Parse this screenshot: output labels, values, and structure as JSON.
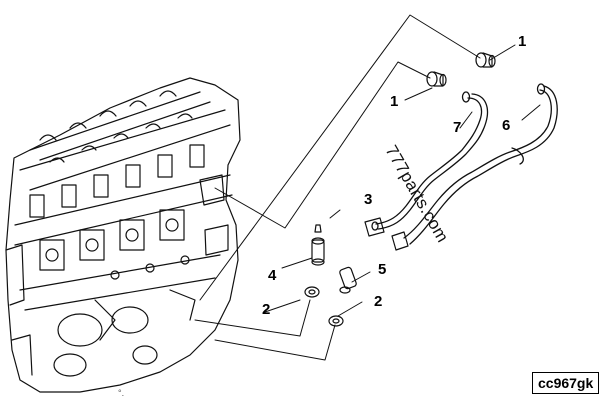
{
  "diagram": {
    "callouts": [
      {
        "id": "c1a",
        "text": "1"
      },
      {
        "id": "c1b",
        "text": "1"
      },
      {
        "id": "c7",
        "text": "7"
      },
      {
        "id": "c6",
        "text": "6"
      },
      {
        "id": "c3",
        "text": "3"
      },
      {
        "id": "c4",
        "text": "4"
      },
      {
        "id": "c5",
        "text": "5"
      },
      {
        "id": "c2a",
        "text": "2"
      },
      {
        "id": "c2b",
        "text": "2"
      }
    ],
    "watermark": "777parts.com",
    "figure_code": "cc967gk",
    "bottom_mark": "°."
  }
}
